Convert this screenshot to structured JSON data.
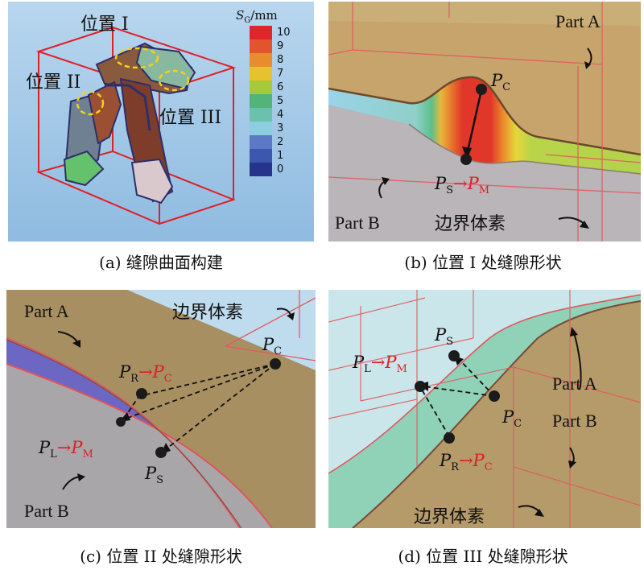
{
  "panels": {
    "a": {
      "pos1": "位置 I",
      "pos2": "位置 II",
      "pos3": "位置 III",
      "colorbar": {
        "title_main": "S",
        "title_sub": "G",
        "title_unit": "/mm",
        "ticks": [
          "10",
          "9",
          "8",
          "7",
          "6",
          "5",
          "4",
          "3",
          "2",
          "1",
          "0"
        ],
        "colors": [
          "#e0262c",
          "#e2542d",
          "#e98c2d",
          "#e5c22e",
          "#a6c93a",
          "#52b479",
          "#6bc1ae",
          "#8ccde0",
          "#5c78c7",
          "#3b57ae",
          "#27348b"
        ]
      },
      "caption": "(a) 缝隙曲面构建"
    },
    "b": {
      "part_a": "Part A",
      "part_b": "Part B",
      "boundary": "边界体素",
      "pc": "P",
      "pc_sub": "C",
      "ps": "P",
      "ps_sub": "S",
      "arrow": "→",
      "pm": "P",
      "pm_sub": "M",
      "caption": "(b) 位置 I 处缝隙形状"
    },
    "c": {
      "part_a": "Part A",
      "part_b": "Part B",
      "boundary": "边界体素",
      "pc": "P",
      "pc_sub": "C",
      "pr": "P",
      "pr_sub": "R",
      "pr_to": "P",
      "pr_to_sub": "C",
      "pl": "P",
      "pl_sub": "L",
      "pl_to": "P",
      "pl_to_sub": "M",
      "ps": "P",
      "ps_sub": "S",
      "arrow": "→",
      "caption": "(c) 位置 II 处缝隙形状"
    },
    "d": {
      "part_a": "Part A",
      "part_b": "Part B",
      "boundary": "边界体素",
      "ps": "P",
      "ps_sub": "S",
      "pl": "P",
      "pl_sub": "L",
      "pl_to": "P",
      "pl_to_sub": "M",
      "pc": "P",
      "pc_sub": "C",
      "pr": "P",
      "pr_sub": "R",
      "pr_to": "P",
      "pr_to_sub": "C",
      "arrow": "→",
      "caption": "(d) 位置 III 处缝隙形状"
    }
  }
}
